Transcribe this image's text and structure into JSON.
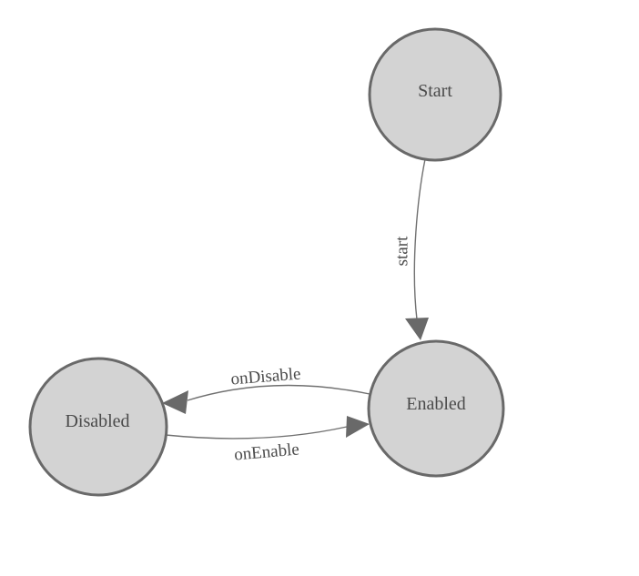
{
  "diagram": {
    "type": "state-machine",
    "background": "#ffffff",
    "colors": {
      "node_fill": "#d3d3d3",
      "node_stroke": "#696969",
      "edge_stroke": "#707070",
      "arrow_fill": "#696969",
      "text_color": "#4a4a4a"
    },
    "nodes": [
      {
        "id": "start",
        "label": "Start"
      },
      {
        "id": "enabled",
        "label": "Enabled"
      },
      {
        "id": "disabled",
        "label": "Disabled"
      }
    ],
    "edges": [
      {
        "from": "Start",
        "to": "Enabled",
        "label": "start"
      },
      {
        "from": "Enabled",
        "to": "Disabled",
        "label": "onDisable"
      },
      {
        "from": "Disabled",
        "to": "Enabled",
        "label": "onEnable"
      }
    ]
  }
}
